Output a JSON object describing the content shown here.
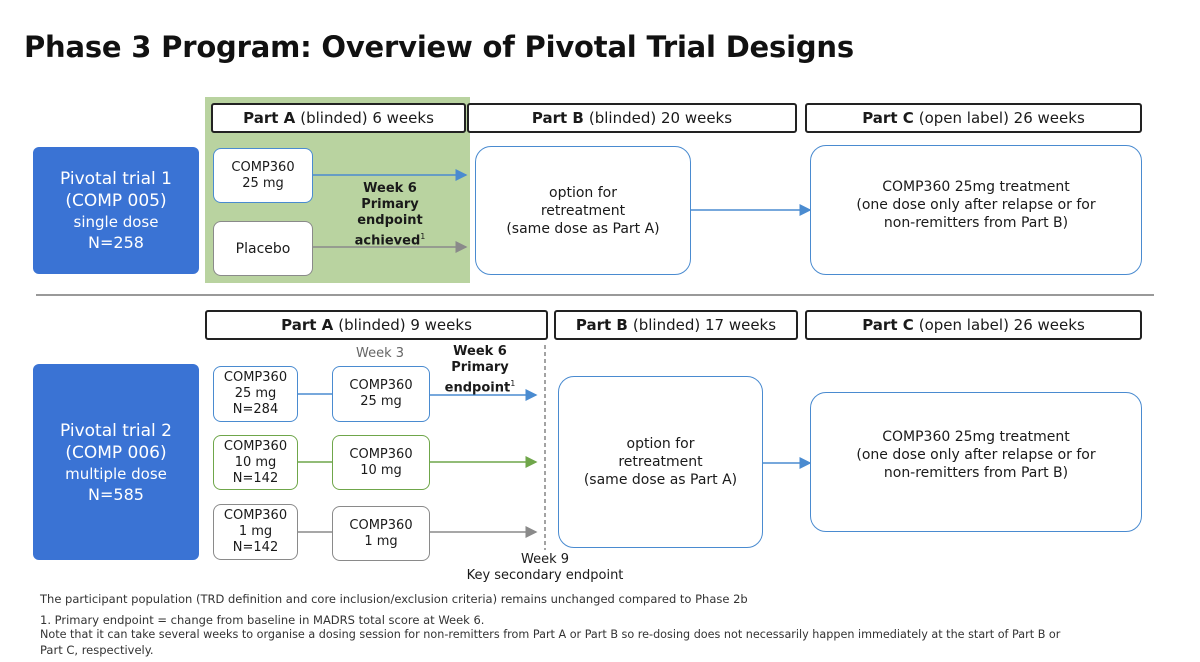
{
  "title": "Phase 3 Program: Overview of Pivotal Trial Designs",
  "colors": {
    "trial_blue": "#3a73d4",
    "arm_blue": "#4a8bd0",
    "arm_green": "#6fa64a",
    "arm_grey": "#8a8a8a",
    "part_a_highlight": "#b9d3a0"
  },
  "trial1": {
    "name": "Pivotal trial 1",
    "code": "(COMP 005)",
    "dosing": "single dose",
    "n": "N=258",
    "part_a": {
      "bold": "Part A",
      "rest": "(blinded) 6 weeks"
    },
    "part_b": {
      "bold": "Part B",
      "rest": "(blinded) 20 weeks"
    },
    "part_c": {
      "bold": "Part C",
      "rest": "(open label) 26 weeks"
    },
    "arm1": {
      "line1": "COMP360",
      "line2": "25 mg"
    },
    "arm2": {
      "line1": "Placebo"
    },
    "endpoint": {
      "line1": "Week 6",
      "line2": "Primary",
      "line3": "endpoint",
      "line4": "achieved",
      "footnote": "1"
    },
    "retreat": {
      "line1": "option for",
      "line2": "retreatment",
      "line3": "(same dose as Part A)"
    },
    "treatment": {
      "line1": "COMP360 25mg treatment",
      "line2": "(one dose only after relapse or for",
      "line3": "non-remitters from Part B)"
    }
  },
  "trial2": {
    "name": "Pivotal trial 2",
    "code": "(COMP 006)",
    "dosing": "multiple dose",
    "n": "N=585",
    "part_a": {
      "bold": "Part A",
      "rest": "(blinded) 9 weeks"
    },
    "part_b": {
      "bold": "Part B",
      "rest": "(blinded) 17 weeks"
    },
    "part_c": {
      "bold": "Part C",
      "rest": "(open label) 26 weeks"
    },
    "week3": "Week 3",
    "arms": [
      {
        "line1": "COMP360",
        "line2": "25 mg",
        "line3": "N=284"
      },
      {
        "line1": "COMP360",
        "line2": "10 mg",
        "line3": "N=142"
      },
      {
        "line1": "COMP360",
        "line2": "1 mg",
        "line3": "N=142"
      }
    ],
    "second_doses": [
      {
        "line1": "COMP360",
        "line2": "25 mg"
      },
      {
        "line1": "COMP360",
        "line2": "10 mg"
      },
      {
        "line1": "COMP360",
        "line2": "1 mg"
      }
    ],
    "endpoint": {
      "line1": "Week 6",
      "line2": "Primary",
      "line3": "endpoint",
      "footnote": "1"
    },
    "week9": {
      "line1": "Week 9",
      "line2": "Key secondary endpoint"
    },
    "retreat": {
      "line1": "option for",
      "line2": "retreatment",
      "line3": "(same dose as Part A)"
    },
    "treatment": {
      "line1": "COMP360 25mg treatment",
      "line2": "(one dose only after relapse or for",
      "line3": "non-remitters from Part B)"
    }
  },
  "footnotes": {
    "population": "The participant population (TRD definition and core inclusion/exclusion criteria) remains unchanged compared to Phase 2b",
    "note1": "1. Primary endpoint = change from baseline in MADRS total score at Week 6.",
    "note2": "Note that it can take several weeks to organise a dosing session for non-remitters from Part A or Part B so re-dosing does not necessarily happen immediately at the start of Part B or",
    "note3": "Part C, respectively."
  }
}
